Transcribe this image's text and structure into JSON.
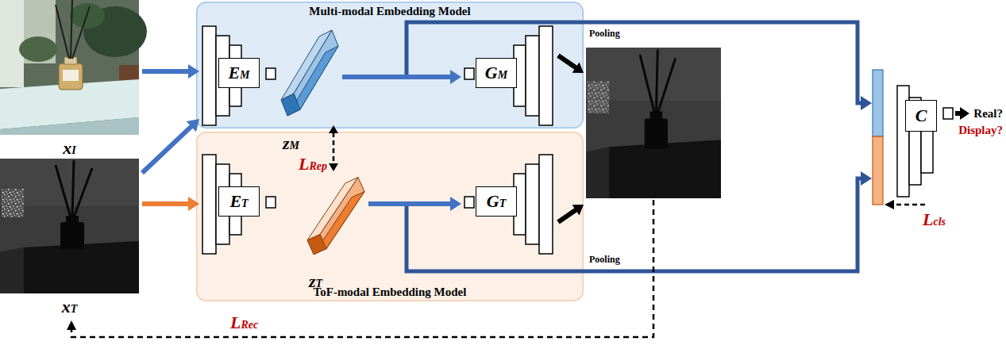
{
  "diagram": {
    "nodes": [
      {
        "text": [
          "xI"
        ]
      },
      {
        "text": [
          "xT"
        ]
      },
      {
        "text": [
          "Multi-modal Embedding Model"
        ]
      },
      {
        "text": [
          "EM"
        ],
        "in": 2
      },
      {
        "text": [
          "zM"
        ],
        "in": 2
      },
      {
        "text": [
          "GM"
        ],
        "in": 2
      },
      {
        "text": [
          "ToF-modal Embedding Model"
        ]
      },
      {
        "text": [
          "ET"
        ],
        "in": 6
      },
      {
        "text": [
          "zT"
        ],
        "in": 6
      },
      {
        "text": [
          "GT"
        ],
        "in": 6
      },
      {
        "text": [
          "C"
        ]
      }
    ],
    "edges": [
      {
        "from": 0,
        "to": 3,
        "arrow": "to"
      },
      {
        "from": 1,
        "to": 3,
        "arrow": "to"
      },
      {
        "from": 1,
        "to": 7,
        "arrow": "to"
      },
      {
        "from": 4,
        "to": 5,
        "arrow": "to"
      },
      {
        "from": 8,
        "to": 9,
        "arrow": "to"
      },
      {
        "from": 4,
        "to": 8,
        "label": "LRep",
        "arrow": "both"
      }
    ],
    "labels": [
      "Pooling",
      "Pooling",
      "Real?",
      "Display?",
      "Lcls",
      "LRec"
    ]
  }
}
